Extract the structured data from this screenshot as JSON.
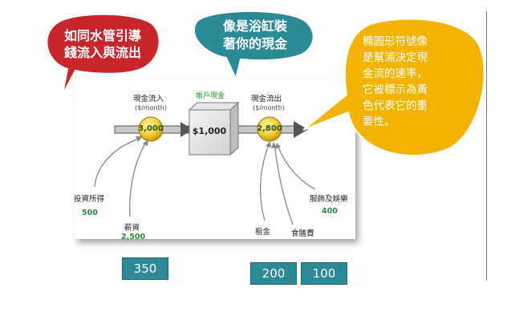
{
  "bubble_red": {
    "line1": "如同水管引導",
    "line2": "錢流入與流出"
  },
  "bubble_teal": {
    "line1": "像是浴缸裝",
    "line2": "著你的現金"
  },
  "bubble_yellow": {
    "lines": [
      "橢圓形符號像",
      "是幫浦決定現",
      "金流的速率，",
      "它被標示為黃",
      "色代表它的重",
      "要性。"
    ]
  },
  "diagram": {
    "inflow": {
      "label": "現金流入",
      "unit": "($/month)",
      "value": "3,000"
    },
    "cash_account": {
      "label": "帳戶現金",
      "value": "$1,000"
    },
    "outflow": {
      "label": "現金流出",
      "unit": "($/month)",
      "value": "2,800"
    },
    "sources": [
      {
        "label": "投資所得",
        "value": "500"
      },
      {
        "label": "薪資",
        "value": "2,500"
      }
    ],
    "uses": [
      {
        "label": "服飾及娛樂",
        "value": "400"
      },
      {
        "label": "租金",
        "value": ""
      },
      {
        "label": "食膳費",
        "value": ""
      }
    ]
  },
  "boxes": {
    "b1": "350",
    "b2": "200",
    "b3": "100"
  },
  "colors": {
    "red": "#c8262b",
    "teal": "#2b8a96",
    "yellow": "#f2b400",
    "green": "#2e8b3a"
  }
}
